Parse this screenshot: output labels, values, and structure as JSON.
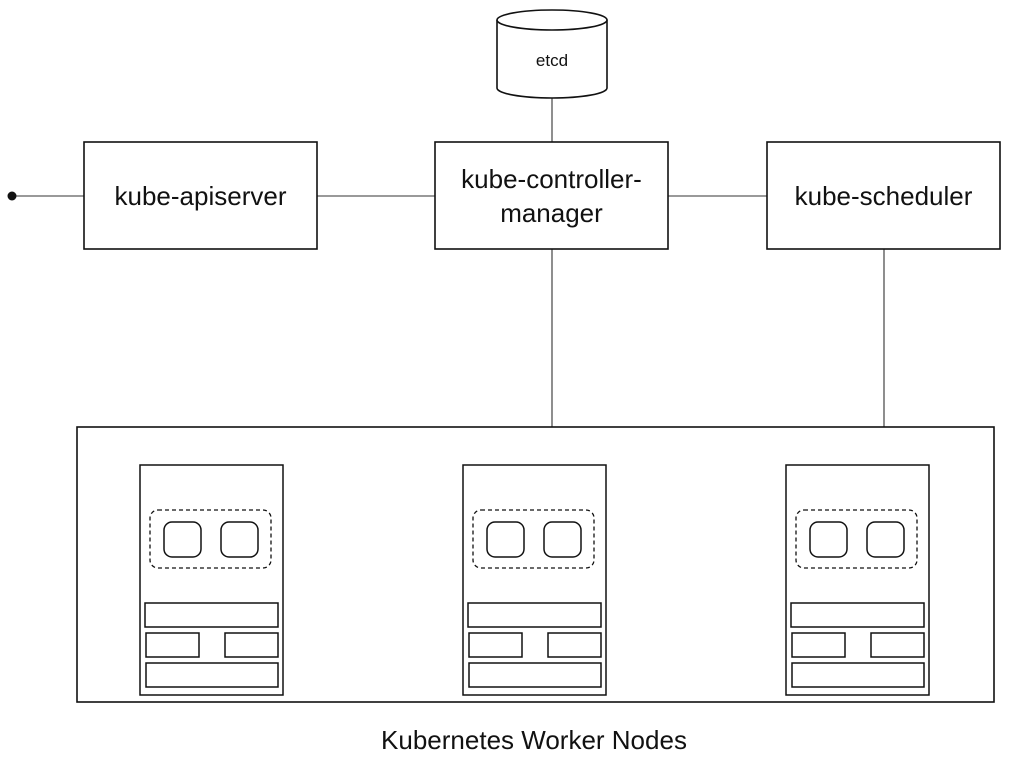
{
  "etcd": {
    "label": "etcd"
  },
  "apiserver": {
    "label": "kube-apiserver"
  },
  "controller_manager": {
    "label_line1": "kube-controller-",
    "label_line2": "manager"
  },
  "scheduler": {
    "label": "kube-scheduler"
  },
  "worker_nodes": {
    "caption": "Kubernetes Worker Nodes",
    "nodes": [
      {
        "pods": 2
      },
      {
        "pods": 2
      },
      {
        "pods": 2
      }
    ]
  }
}
